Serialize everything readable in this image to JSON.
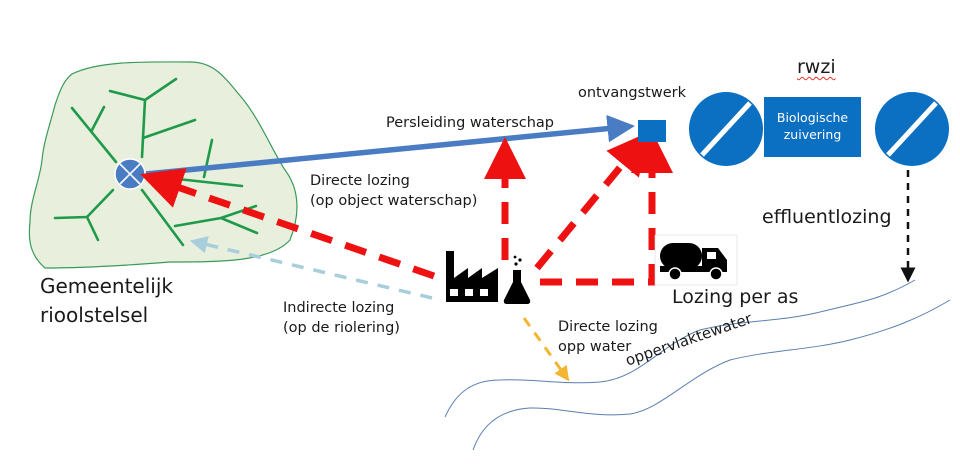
{
  "labels": {
    "sewer_system": [
      "Gemeentelijk",
      "rioolstelsel"
    ],
    "pressure_main": "Persleiding waterschap",
    "direct_object": [
      "Directe lozing",
      "(op object waterschap)"
    ],
    "indirect": [
      "Indirecte lozing",
      "(op de riolering)"
    ],
    "receiving_work": "ontvangstwerk",
    "wwtp": "rwzi",
    "bio_treatment": [
      "Biologische",
      "zuivering"
    ],
    "effluent": "effluentlozing",
    "per_axle": "Lozing per as",
    "direct_surface": [
      "Directe lozing",
      "opp water"
    ],
    "surface_water": "oppervlaktewater"
  },
  "colors": {
    "sewer_area_fill": "#e8efdc",
    "sewer_area_stroke": "#3a9a5a",
    "sewer_branch": "#1f9a4a",
    "node": "#4a7cc4",
    "pressure_main": "#4a7cc4",
    "direct_discharge": "#ee1111",
    "indirect_discharge": "#a8cedb",
    "surface_discharge": "#f2b632",
    "treatment_blue": "#0b6fc2",
    "effluent_arrow": "#111111",
    "river_line": "#5b7fb0"
  },
  "icons": [
    "manhole-node-icon",
    "factory-icon",
    "lab-flask-icon",
    "tanker-truck-icon",
    "settling-tank-icon"
  ]
}
